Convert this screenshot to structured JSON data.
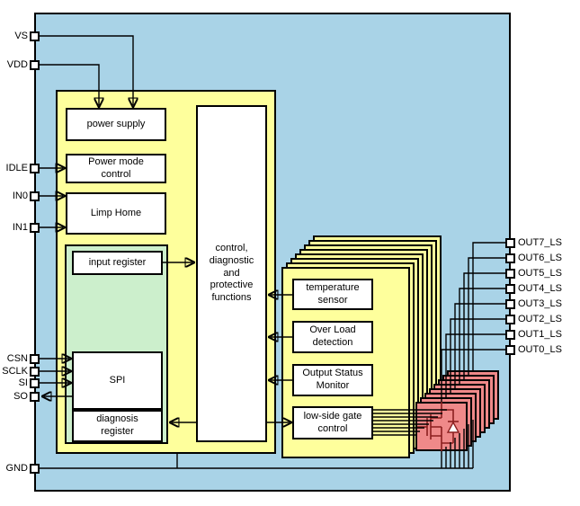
{
  "colors": {
    "chip": "#a9d3e7",
    "yellow": "#feff9c",
    "green": "#ccefcc",
    "red": "#ef8989",
    "fet": "#8b1f1f"
  },
  "pins_left": [
    {
      "label": "VS"
    },
    {
      "label": "VDD"
    },
    {
      "label": "IDLE"
    },
    {
      "label": "IN0"
    },
    {
      "label": "IN1"
    },
    {
      "label": "CSN"
    },
    {
      "label": "SCLK"
    },
    {
      "label": "SI"
    },
    {
      "label": "SO"
    },
    {
      "label": "GND"
    }
  ],
  "pins_right": [
    {
      "label": "OUT7_LS"
    },
    {
      "label": "OUT6_LS"
    },
    {
      "label": "OUT5_LS"
    },
    {
      "label": "OUT4_LS"
    },
    {
      "label": "OUT3_LS"
    },
    {
      "label": "OUT2_LS"
    },
    {
      "label": "OUT1_LS"
    },
    {
      "label": "OUT0_LS"
    }
  ],
  "core": {
    "power_supply": "power supply",
    "power_mode_control": "Power mode control",
    "limp_home": "Limp Home",
    "input_register": "input register",
    "spi": "SPI",
    "diagnosis_register": "diagnosis register",
    "control_functions": "control, diagnostic and protective functions"
  },
  "channel": {
    "temperature_sensor": "temperature sensor",
    "over_load_detection": "Over Load detection",
    "output_status_monitor": "Output Status Monitor",
    "low_side_gate_control": "low-side gate control"
  }
}
